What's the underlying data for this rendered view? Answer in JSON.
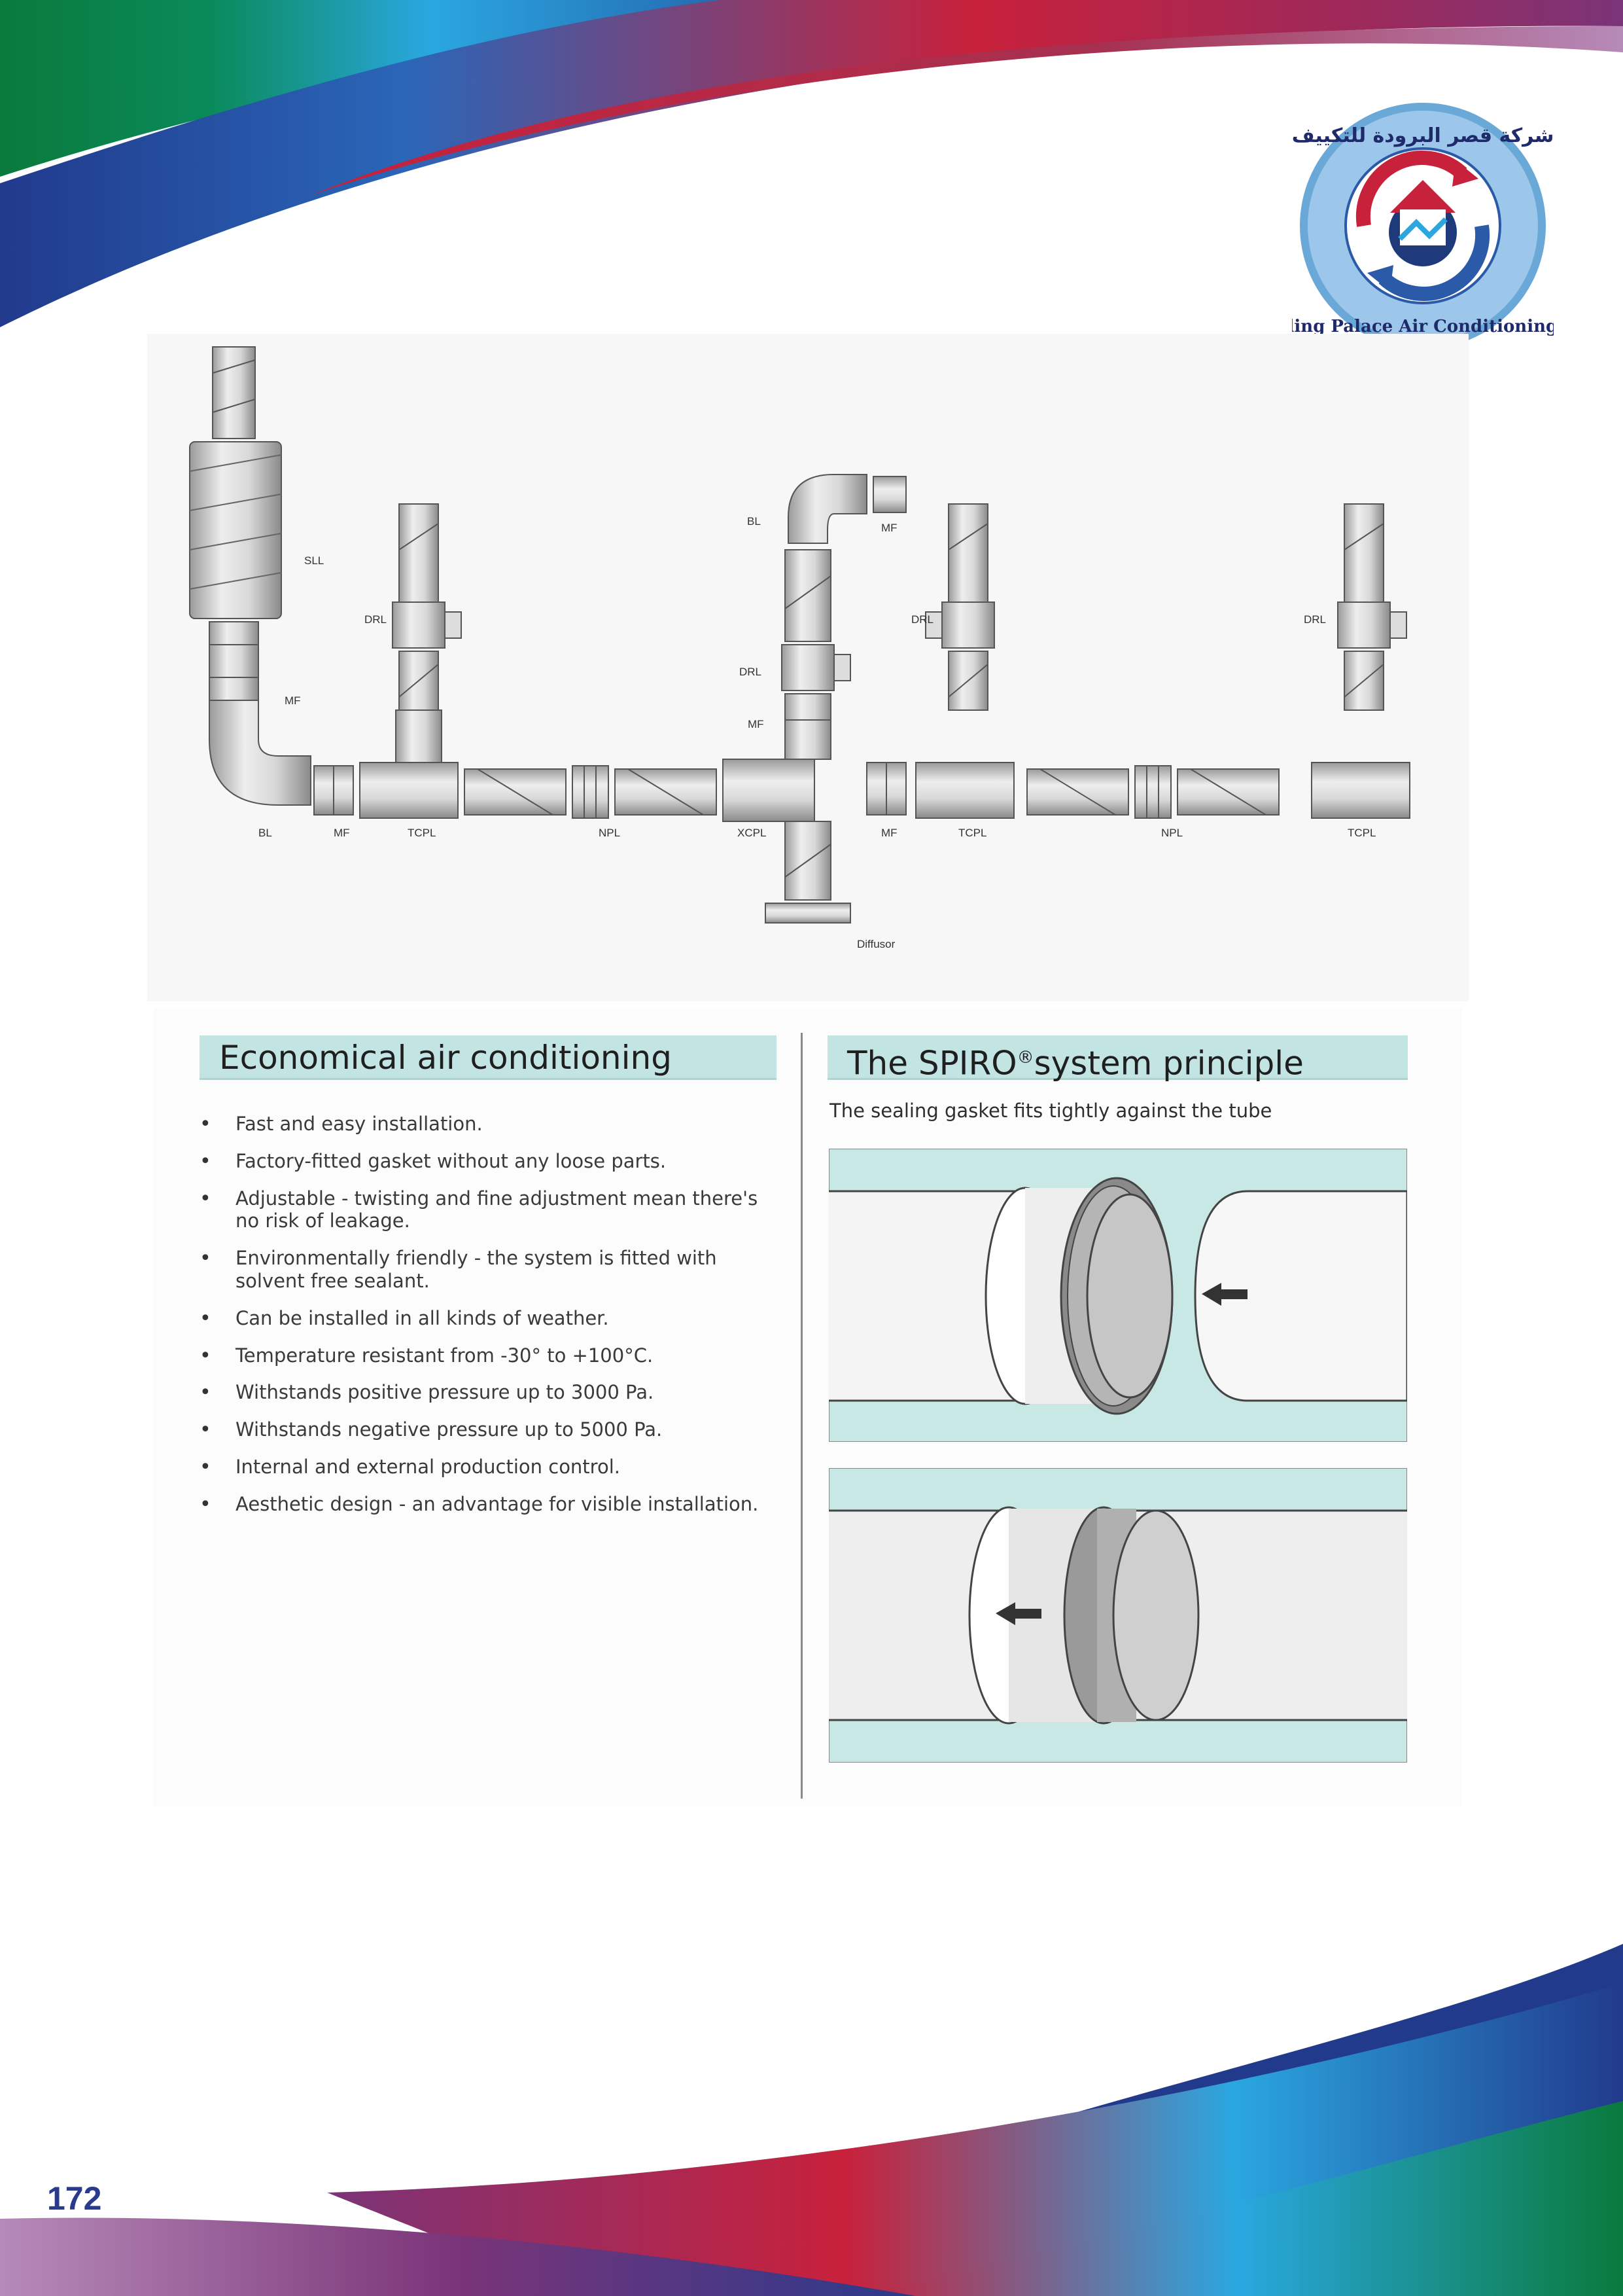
{
  "logo": {
    "arabic_text": "شركة قصر البرودة للتكييف",
    "english_text": "Cooling Palace Air Conditioning Co."
  },
  "diagram": {
    "labels": {
      "sll": "SLL",
      "bl_left": "BL",
      "mf_left_vertical": "MF",
      "mf_left_horizontal": "MF",
      "drl_1": "DRL",
      "tcpl_1": "TCPL",
      "npl_1": "NPL",
      "xcpl": "XCPL",
      "bl_center": "BL",
      "mf_center_top": "MF",
      "drl_center": "DRL",
      "mf_center_vertical": "MF",
      "diffusor": "Diffusor",
      "mf_right_horizontal": "MF",
      "drl_2": "DRL",
      "tcpl_2": "TCPL",
      "npl_2": "NPL",
      "drl_3": "DRL",
      "tcpl_3": "TCPL"
    }
  },
  "left_section": {
    "heading": "Economical air conditioning",
    "bullets": [
      "Fast and easy installation.",
      "Factory-fitted gasket without any loose parts.",
      "Adjustable - twisting and fine adjustment mean there's no risk of leakage.",
      "Environmentally friendly - the system is fitted with solvent free sealant.",
      "Can be installed in all kinds of weather.",
      "Temperature resistant from -30° to +100°C.",
      "Withstands positive pressure up to 3000 Pa.",
      "Withstands negative pressure up to 5000 Pa.",
      "Internal and external production control.",
      "Aesthetic design - an advantage for visible installation."
    ]
  },
  "right_section": {
    "heading_prefix": "The SPIRO",
    "heading_sup": "®",
    "heading_suffix": "system principle",
    "caption": "The sealing gasket fits tightly against the tube"
  },
  "page_number": "172",
  "colors": {
    "heading_bg": "#c2e5e3",
    "illustration_bg": "#c8e8e6",
    "page_number": "#2a3a8c",
    "band_green": "#0a7a3c",
    "band_blue": "#2aa7e0",
    "band_red": "#c8213b",
    "band_navy": "#213a8c",
    "band_purple": "#7a3478"
  }
}
